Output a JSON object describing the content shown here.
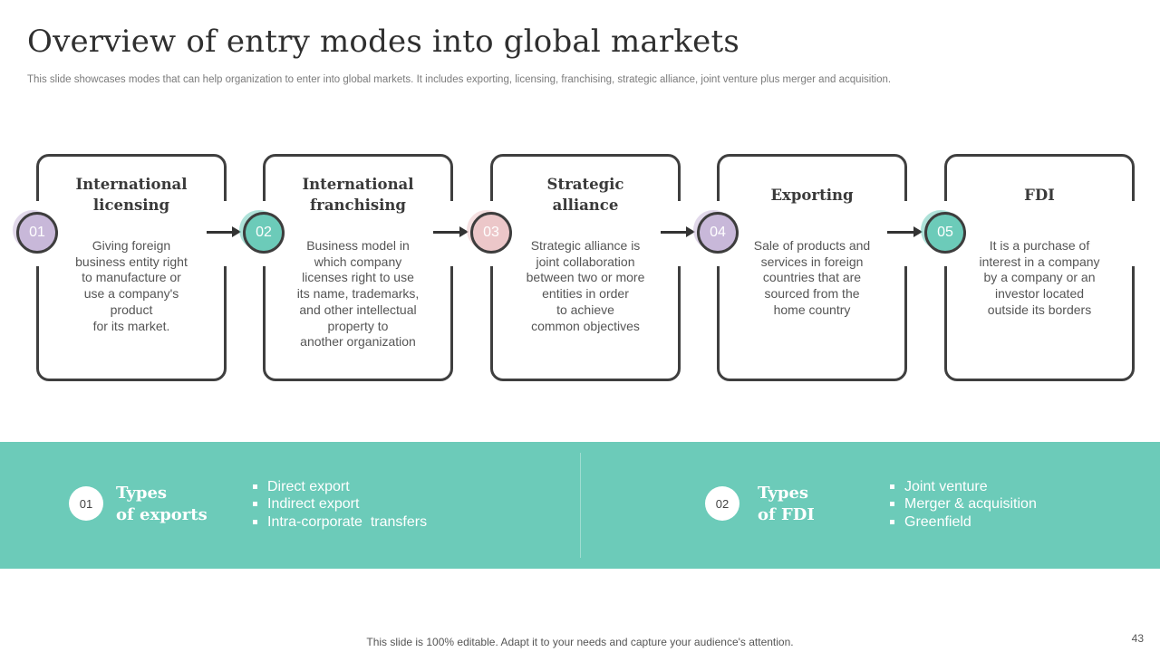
{
  "slide": {
    "title": "Overview of entry modes into global markets",
    "subtitle": "This slide showcases modes that can help organization to enter into global markets. It includes exporting, licensing, franchising, strategic alliance, joint venture plus merger and acquisition.",
    "footer": "This slide is 100% editable. Adapt it to your needs and capture your audience's attention.",
    "page_number": "43"
  },
  "steps": [
    {
      "number": "01",
      "title": "International\nlicensing",
      "description": "Giving foreign\nbusiness entity right\nto manufacture or\nuse a company's\nproduct\nfor its market.",
      "color": "#c8b8d9"
    },
    {
      "number": "02",
      "title": "International\nfranchising",
      "description": "Business model in\nwhich company\nlicenses right to use\nits name, trademarks,\nand other intellectual\nproperty to\nanother organization",
      "color": "#6ccbb9"
    },
    {
      "number": "03",
      "title": "Strategic\nalliance",
      "description": "Strategic alliance is\njoint collaboration\nbetween two or more\nentities in order\nto achieve\ncommon objectives",
      "color": "#ecc7c9"
    },
    {
      "number": "04",
      "title": "Exporting",
      "description": "Sale of products and\nservices in foreign\ncountries that are\nsourced from the\nhome country",
      "color": "#c8b8d9"
    },
    {
      "number": "05",
      "title": "FDI",
      "description": "It is a purchase of\ninterest in a company\nby a company or an\ninvestor located\noutside its borders",
      "color": "#6ccbb9"
    }
  ],
  "types": [
    {
      "number": "01",
      "title": "Types\nof exports",
      "items": [
        "Direct export",
        "Indirect export",
        "Intra-corporate  transfers"
      ]
    },
    {
      "number": "02",
      "title": "Types\nof FDI",
      "items": [
        "Joint venture",
        "Merger & acquisition",
        "Greenfield"
      ]
    }
  ],
  "colors": {
    "band": "#6ccbb9",
    "border": "#3f3f3f",
    "purple": "#c8b8d9",
    "teal": "#6ccbb9",
    "pink": "#ecc7c9"
  }
}
